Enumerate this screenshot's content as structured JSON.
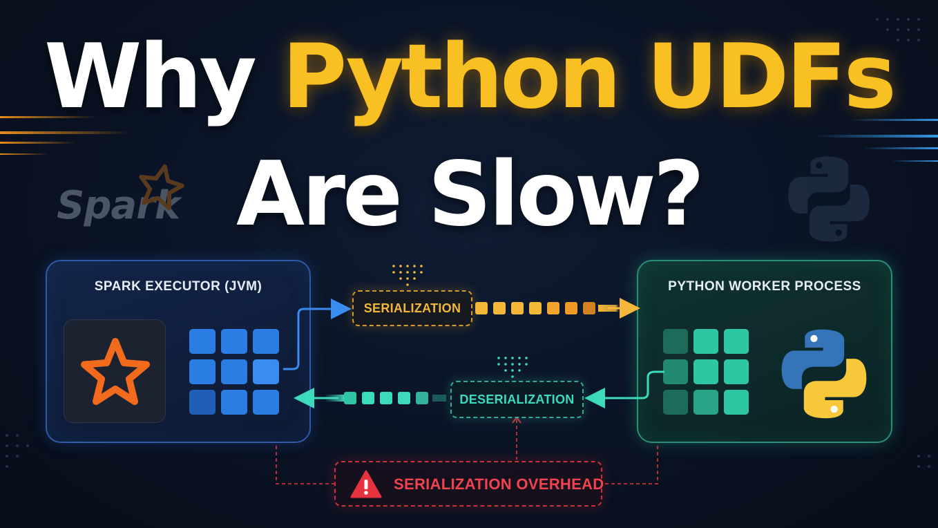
{
  "title": {
    "line1_plain": "Why",
    "line1_highlight": "Python UDFs",
    "line2": "Are Slow?"
  },
  "background_logos": {
    "spark_wordmark": "Spark"
  },
  "diagram": {
    "jvm_panel": {
      "title": "SPARK EXECUTOR (JVM)",
      "icon": "spark-star-icon"
    },
    "python_panel": {
      "title": "PYTHON WORKER PROCESS",
      "icon": "python-logo-icon"
    },
    "serialization_label": "SERIALIZATION",
    "deserialization_label": "DESERIALIZATION",
    "overhead_label": "SERIALIZATION OVERHEAD",
    "overhead_icon": "warning-icon"
  },
  "colors": {
    "title_highlight": "#f9c023",
    "spark_orange": "#f26b1d",
    "jvm_blue": "#2b7de3",
    "python_teal": "#2fc7a3",
    "serialization_amber": "#f4b73a",
    "deserialization_teal": "#3ddbbd",
    "overhead_red": "#f0434e"
  }
}
